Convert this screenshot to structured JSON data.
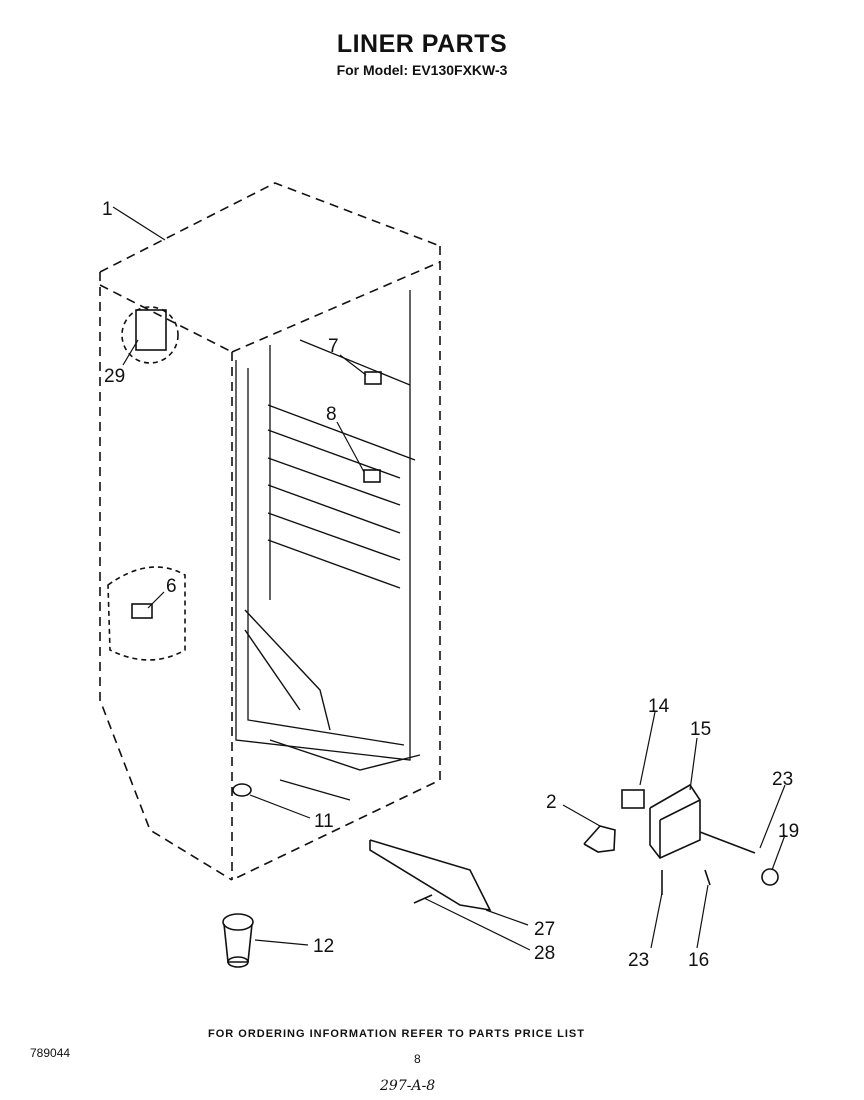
{
  "header": {
    "title": "LINER PARTS",
    "subtitle": "For Model: EV130FXKW-3"
  },
  "callouts": {
    "c1": "1",
    "c29": "29",
    "c7": "7",
    "c8": "8",
    "c6": "6",
    "c11": "11",
    "c12": "12",
    "c14": "14",
    "c15": "15",
    "c2": "2",
    "c23a": "23",
    "c19": "19",
    "c27": "27",
    "c28": "28",
    "c23b": "23",
    "c16": "16"
  },
  "footer": {
    "note": "FOR ORDERING INFORMATION REFER TO PARTS PRICE LIST",
    "code": "789044",
    "page": "8",
    "handwritten": "297-A-8"
  }
}
